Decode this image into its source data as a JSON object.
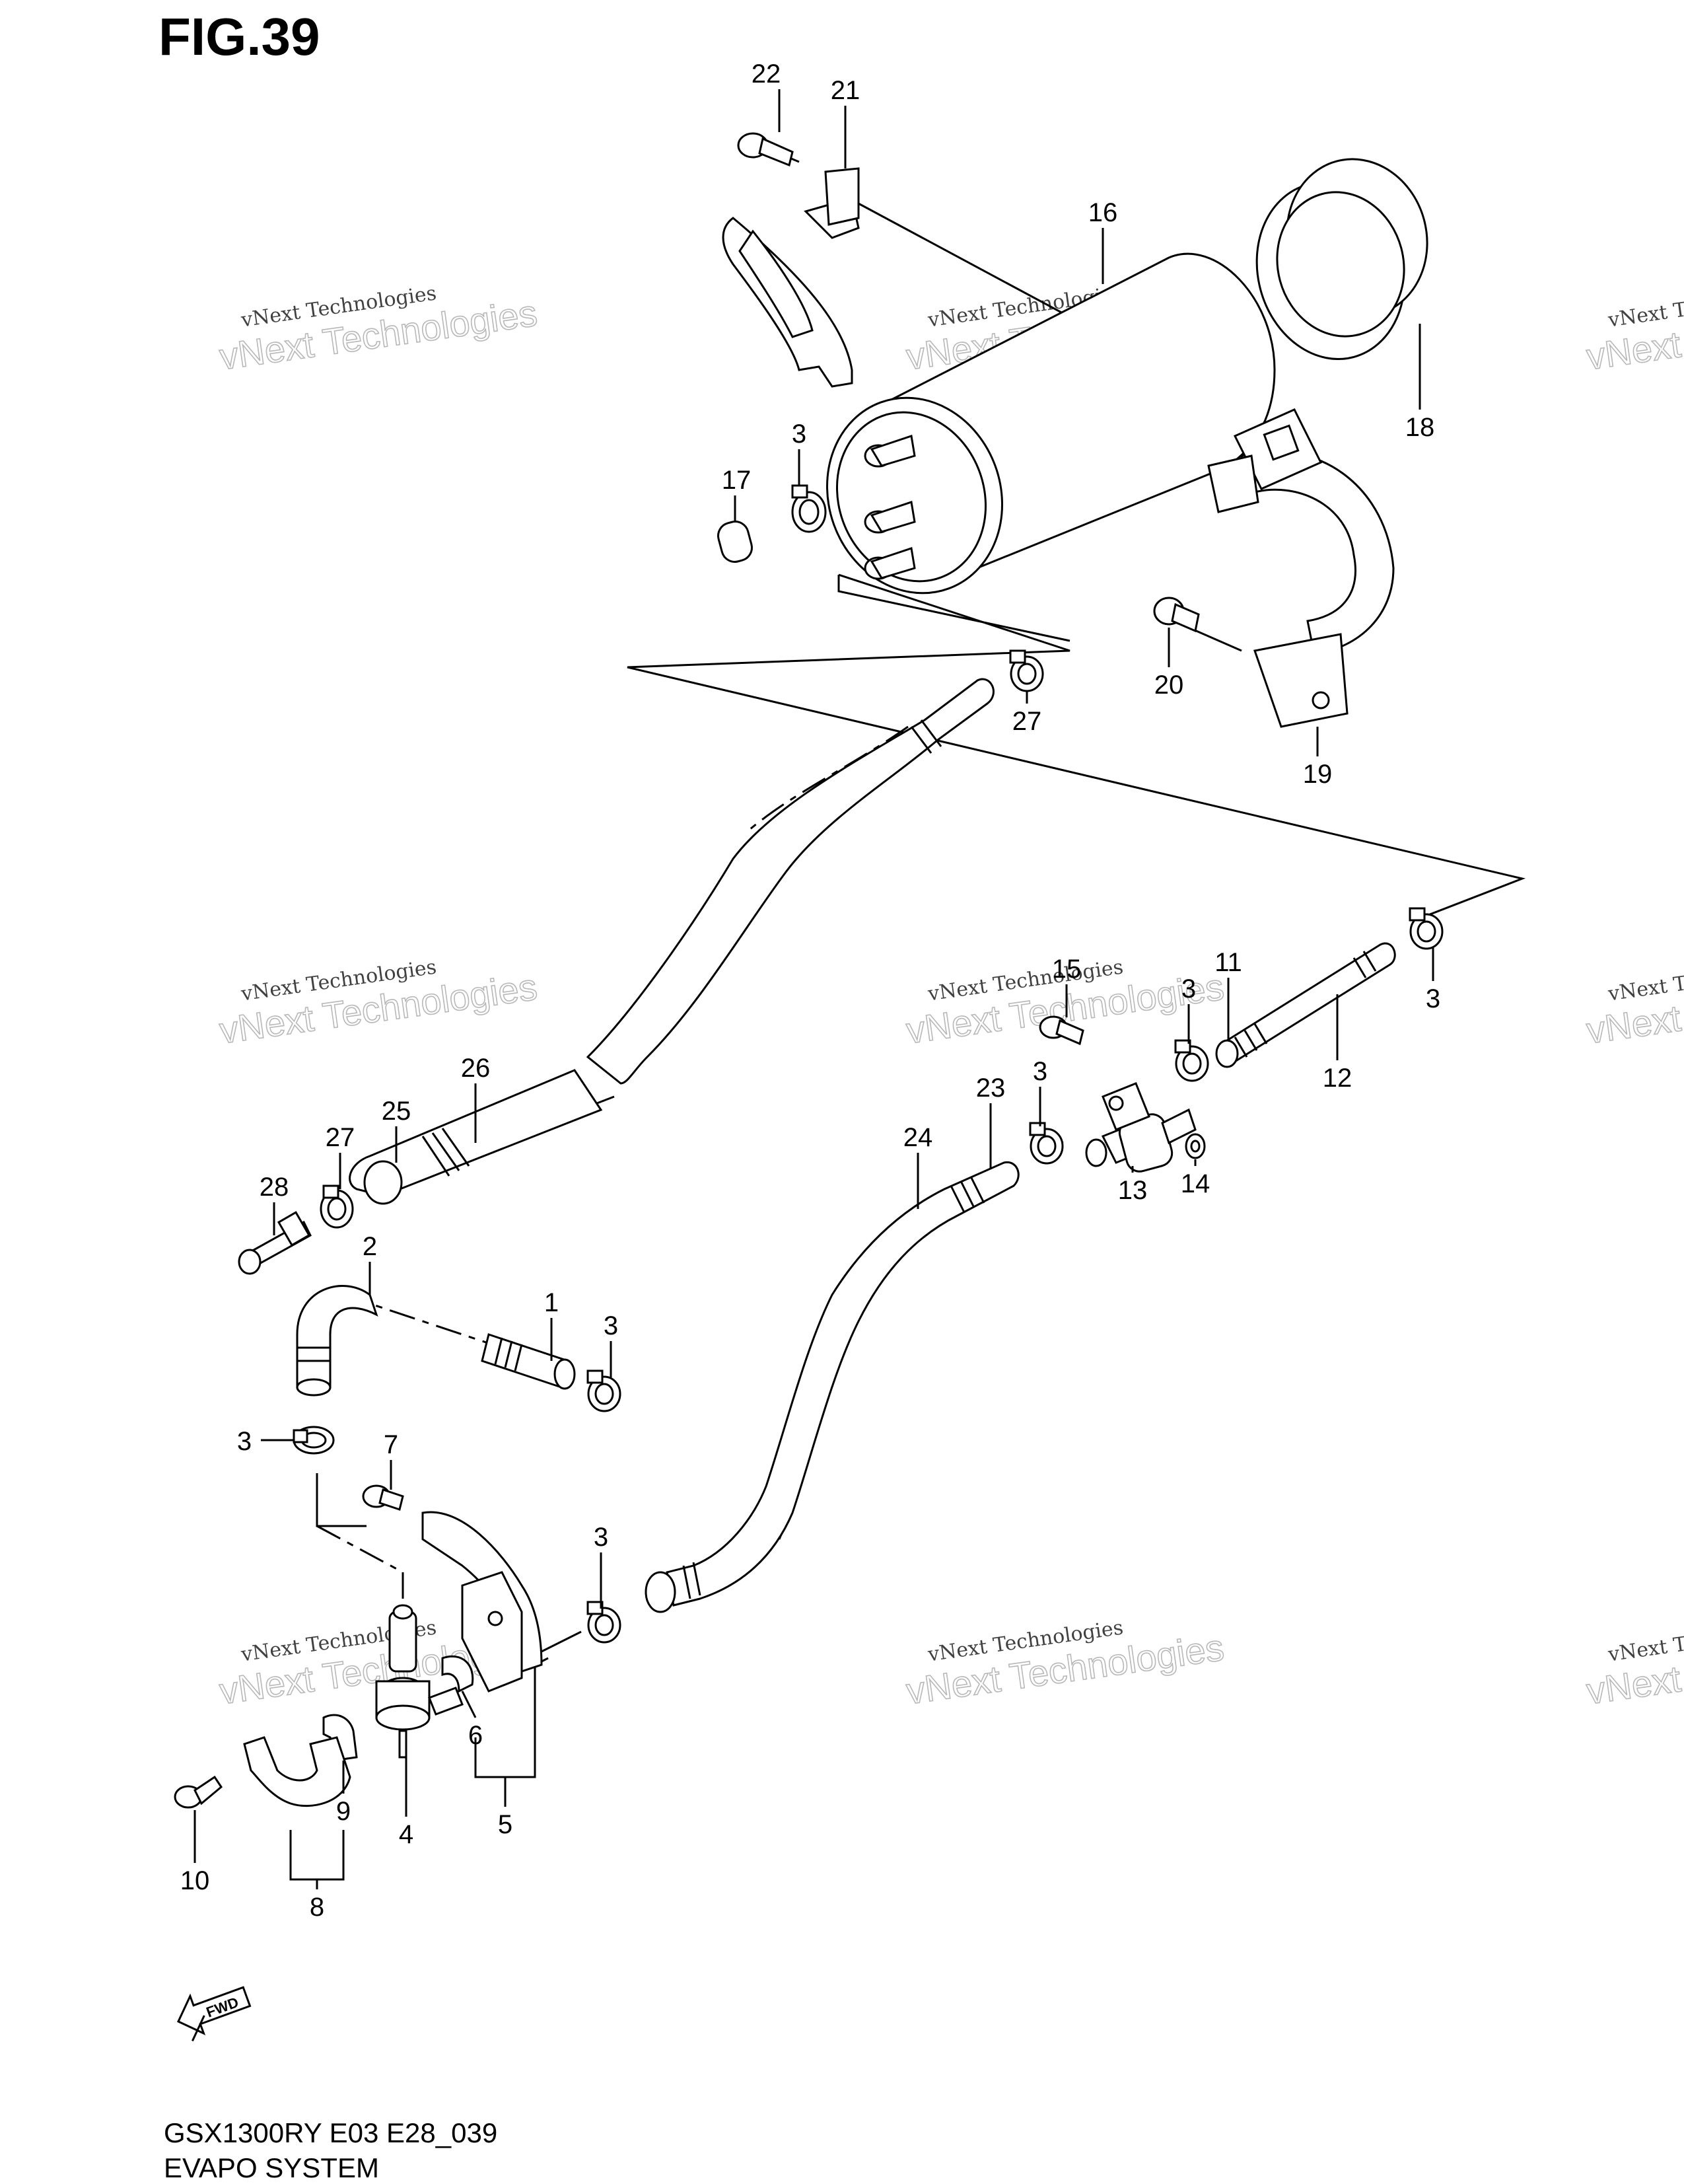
{
  "figure": {
    "title": "FIG.39",
    "model_code": "GSX1300RY E03 E28_039",
    "section_name": "EVAPO SYSTEM",
    "fwd_label": "FWD"
  },
  "watermark": {
    "line1": "vNext Technologies",
    "line2": "vNext Technologies"
  },
  "callouts": [
    {
      "id": "c22",
      "label": "22"
    },
    {
      "id": "c21",
      "label": "21"
    },
    {
      "id": "c16",
      "label": "16"
    },
    {
      "id": "c18",
      "label": "18"
    },
    {
      "id": "c3a",
      "label": "3"
    },
    {
      "id": "c17",
      "label": "17"
    },
    {
      "id": "c20",
      "label": "20"
    },
    {
      "id": "c27a",
      "label": "27"
    },
    {
      "id": "c19",
      "label": "19"
    },
    {
      "id": "c15",
      "label": "15"
    },
    {
      "id": "c11",
      "label": "11"
    },
    {
      "id": "c3b",
      "label": "3"
    },
    {
      "id": "c3c",
      "label": "3"
    },
    {
      "id": "c12",
      "label": "12"
    },
    {
      "id": "c26",
      "label": "26"
    },
    {
      "id": "c25",
      "label": "25"
    },
    {
      "id": "c3d",
      "label": "3"
    },
    {
      "id": "c23",
      "label": "23"
    },
    {
      "id": "c14",
      "label": "14"
    },
    {
      "id": "c13",
      "label": "13"
    },
    {
      "id": "c24",
      "label": "24"
    },
    {
      "id": "c27b",
      "label": "27"
    },
    {
      "id": "c28",
      "label": "28"
    },
    {
      "id": "c2",
      "label": "2"
    },
    {
      "id": "c1",
      "label": "1"
    },
    {
      "id": "c3e",
      "label": "3"
    },
    {
      "id": "c3f",
      "label": "3"
    },
    {
      "id": "c7",
      "label": "7"
    },
    {
      "id": "c3g",
      "label": "3"
    },
    {
      "id": "c6",
      "label": "6"
    },
    {
      "id": "c9",
      "label": "9"
    },
    {
      "id": "c4",
      "label": "4"
    },
    {
      "id": "c5",
      "label": "5"
    },
    {
      "id": "c10",
      "label": "10"
    },
    {
      "id": "c8",
      "label": "8"
    }
  ]
}
